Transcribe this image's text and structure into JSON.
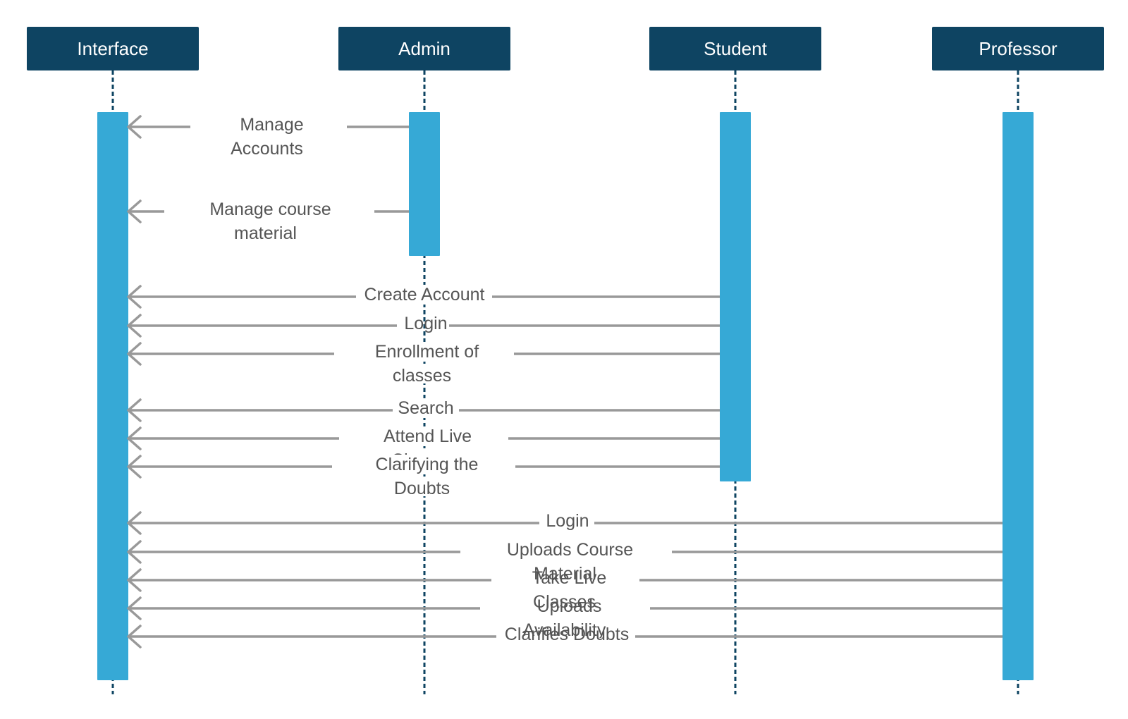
{
  "colors": {
    "actor_fill": "#0e4462",
    "actor_text": "#ffffff",
    "activation": "#36a9d6",
    "lifeline": "#0e4462",
    "arrow": "#999999",
    "label_text": "#555555"
  },
  "actors": [
    {
      "id": "interface",
      "label": "Interface"
    },
    {
      "id": "admin",
      "label": "Admin"
    },
    {
      "id": "student",
      "label": "Student"
    },
    {
      "id": "professor",
      "label": "Professor"
    }
  ],
  "messages": [
    {
      "from": "admin",
      "to": "interface",
      "label": "Manage Accounts"
    },
    {
      "from": "admin",
      "to": "interface",
      "label": "Manage course material"
    },
    {
      "from": "student",
      "to": "interface",
      "label": "Create Account"
    },
    {
      "from": "student",
      "to": "interface",
      "label": "Login"
    },
    {
      "from": "student",
      "to": "interface",
      "label": "Enrollment of classes"
    },
    {
      "from": "student",
      "to": "interface",
      "label": "Search"
    },
    {
      "from": "student",
      "to": "interface",
      "label": "Attend Live Classes"
    },
    {
      "from": "student",
      "to": "interface",
      "label": "Clarifying the Doubts"
    },
    {
      "from": "professor",
      "to": "interface",
      "label": "Login"
    },
    {
      "from": "professor",
      "to": "interface",
      "label": "Uploads Course Material"
    },
    {
      "from": "professor",
      "to": "interface",
      "label": "Take Live Classes"
    },
    {
      "from": "professor",
      "to": "interface",
      "label": "Uploads Availability"
    },
    {
      "from": "professor",
      "to": "interface",
      "label": "Clarifies Doubts"
    }
  ]
}
